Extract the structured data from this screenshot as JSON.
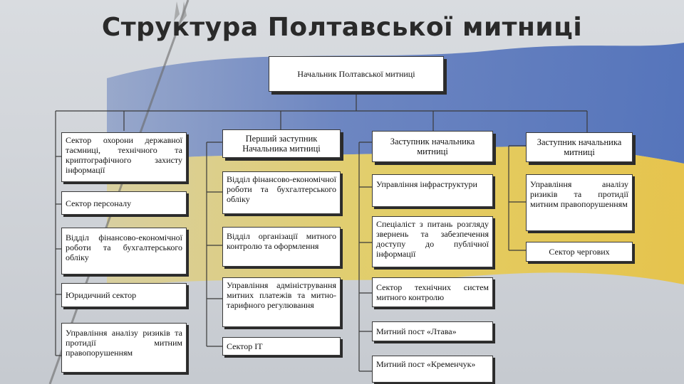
{
  "title": "Структура Полтавської митниці",
  "head": {
    "label": "Начальник Полтавської митниці"
  },
  "column1": [
    {
      "label": "Сектор охорони державної таємниці, технічного та криптографічного захисту інформації"
    },
    {
      "label": "Сектор персоналу"
    },
    {
      "label": "Відділ фінансово-економічної роботи та бухгалтерського обліку"
    },
    {
      "label": "Юридичний сектор"
    },
    {
      "label": "Управління аналізу ризиків та протидії митним правопорушенням"
    }
  ],
  "column2": {
    "header": "Перший заступник Начальника митниці",
    "items": [
      {
        "label": "Відділ фінансово-економічної роботи та бухгалтерського обліку"
      },
      {
        "label": "Відділ організації митного контролю та оформлення"
      },
      {
        "label": "Управління адміністрування митних платежів та митно-тарифного регулювання"
      },
      {
        "label": "Сектор ІТ"
      }
    ]
  },
  "column3": {
    "header": "Заступник начальника митниці",
    "items": [
      {
        "label": "Управління інфраструктури"
      },
      {
        "label": "Спеціаліст з питань розгляду звернень та забезпечення доступу до публічної інформації"
      },
      {
        "label": "Сектор технічних систем митного контролю"
      },
      {
        "label": "Митний пост «Лтава»"
      },
      {
        "label": "Митний пост «Кременчук»"
      }
    ]
  },
  "column4": {
    "header": "Заступник начальника митниці",
    "items": [
      {
        "label": "Управління аналізу ризиків та протидії митним правопорушенням"
      },
      {
        "label": "Сектор чергових"
      }
    ]
  },
  "colors": {
    "flag_blue": "#3f63b5",
    "flag_yellow": "#e3c64a",
    "box_border": "#3a3a3a",
    "line": "#3a3a3a"
  }
}
